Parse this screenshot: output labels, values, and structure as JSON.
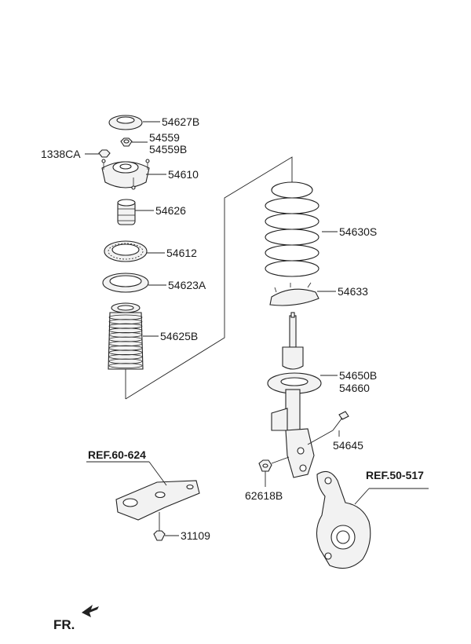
{
  "labels": {
    "p54627B": "54627B",
    "p54559": "54559",
    "p54559B": "54559B",
    "p1338CA": "1338CA",
    "p54610": "54610",
    "p54626": "54626",
    "p54612": "54612",
    "p54623A": "54623A",
    "p54625B": "54625B",
    "p54630S": "54630S",
    "p54633": "54633",
    "p54650B": "54650B",
    "p54660": "54660",
    "p54645": "54645",
    "p62618B": "62618B",
    "p31109": "31109"
  },
  "refs": {
    "ref_60_624": "REF.60-624",
    "ref_50_517": "REF.50-517"
  },
  "direction": {
    "front": "FR."
  }
}
